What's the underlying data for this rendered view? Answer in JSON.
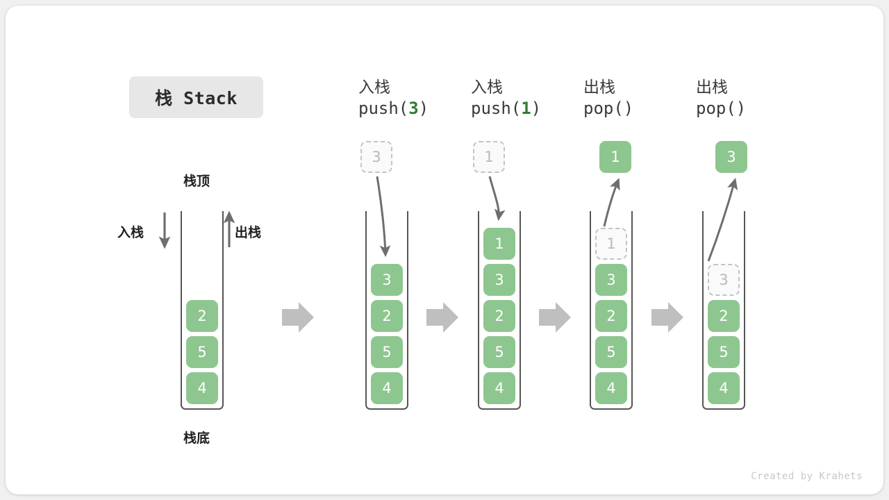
{
  "title": {
    "chip_label": "栈 Stack"
  },
  "legend": {
    "top_label": "栈顶",
    "bottom_label": "栈底",
    "push_label": "入栈",
    "pop_label": "出栈"
  },
  "watermark": "Created by Krahets",
  "colors": {
    "cell_green": "#8ec68f",
    "cell_text": "#ffffff",
    "ghost_border": "#c3c3c3",
    "ghost_text": "#b9b9b9",
    "arg_green": "#2e7d32",
    "rail": "#555555",
    "step_arrow": "#bfbfbf",
    "motion_arrow": "#6e6e6e",
    "chip_bg": "#e7e7e7"
  },
  "columns": [
    {
      "id": "initial",
      "heading_cn": "",
      "heading_code": "",
      "floating": null,
      "cells": [
        "2",
        "5",
        "4"
      ]
    },
    {
      "id": "push-3",
      "heading_cn": "入栈",
      "heading_code": "push(",
      "heading_arg": "3",
      "heading_code_tail": ")",
      "floating": {
        "value": "3",
        "style": "ghost"
      },
      "cells": [
        "3",
        "2",
        "5",
        "4"
      ]
    },
    {
      "id": "push-1",
      "heading_cn": "入栈",
      "heading_code": "push(",
      "heading_arg": "1",
      "heading_code_tail": ")",
      "floating": {
        "value": "1",
        "style": "ghost"
      },
      "cells": [
        "1",
        "3",
        "2",
        "5",
        "4"
      ]
    },
    {
      "id": "pop-1",
      "heading_cn": "出栈",
      "heading_code": "pop(",
      "heading_arg": "",
      "heading_code_tail": ")",
      "floating": {
        "value": "1",
        "style": "solid"
      },
      "ghost_top": "1",
      "cells": [
        "3",
        "2",
        "5",
        "4"
      ]
    },
    {
      "id": "pop-3",
      "heading_cn": "出栈",
      "heading_code": "pop(",
      "heading_arg": "",
      "heading_code_tail": ")",
      "floating": {
        "value": "3",
        "style": "solid"
      },
      "ghost_top": "3",
      "cells": [
        "2",
        "5",
        "4"
      ]
    }
  ],
  "step_arrows": 4
}
